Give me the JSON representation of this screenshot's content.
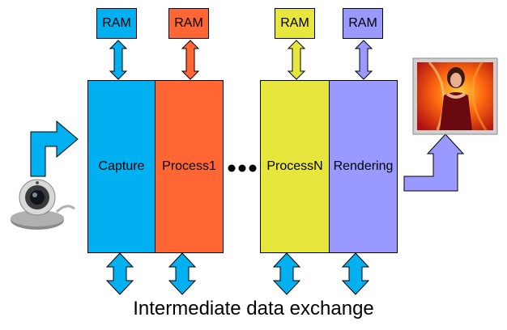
{
  "ram_label": "RAM",
  "stages": [
    {
      "label": "Capture",
      "color": "#00b0f0"
    },
    {
      "label": "Process1",
      "color": "#ff6633"
    },
    {
      "label": "ProcessN",
      "color": "#e6e63c"
    },
    {
      "label": "Rendering",
      "color": "#9999ff"
    }
  ],
  "caption": "Intermediate data exchange"
}
